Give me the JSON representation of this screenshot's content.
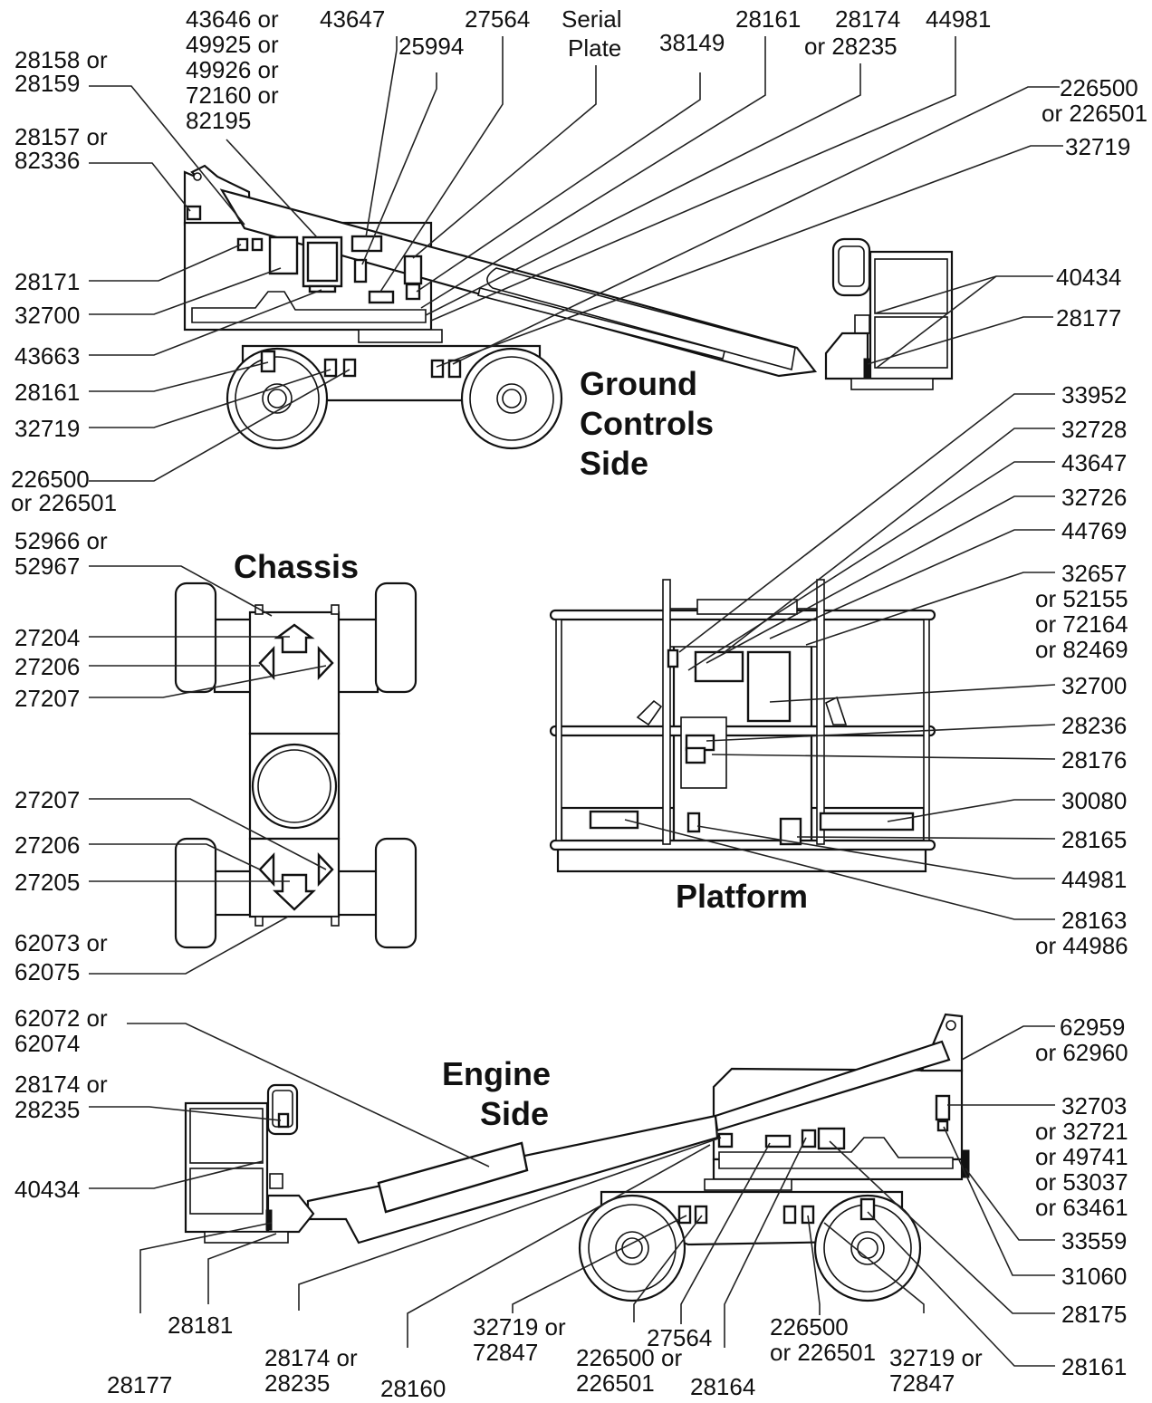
{
  "titles": {
    "ground_controls_side": [
      "Ground",
      "Controls",
      "Side"
    ],
    "chassis": "Chassis",
    "platform": "Platform",
    "engine_side": [
      "Engine",
      "Side"
    ]
  },
  "ground_side_labels": {
    "l_28158": [
      "28158 or",
      "28159"
    ],
    "l_28157": [
      "28157 or",
      "82336"
    ],
    "l_43646": [
      "43646 or",
      "49925 or",
      "49926 or",
      "72160 or",
      "82195"
    ],
    "l_43647": "43647",
    "l_25994": "25994",
    "l_27564": "27564",
    "l_serial": [
      "Serial",
      "Plate"
    ],
    "l_38149": "38149",
    "l_28161_top": "28161",
    "l_28174": [
      "28174",
      "or 28235"
    ],
    "l_44981": "44981",
    "l_226500_r": [
      "226500",
      "or 226501"
    ],
    "l_32719_r": "32719",
    "l_28171": "28171",
    "l_32700": "32700",
    "l_43663": "43663",
    "l_28161_l": "28161",
    "l_32719_l": "32719",
    "l_226500_l": [
      "226500",
      "or 226501"
    ],
    "l_40434": "40434",
    "l_28177": "28177"
  },
  "chassis_labels": {
    "l_52966": [
      "52966 or",
      "52967"
    ],
    "l_27204": "27204",
    "l_27206_a": "27206",
    "l_27207_a": "27207",
    "l_27207_b": "27207",
    "l_27206_b": "27206",
    "l_27205": "27205",
    "l_62073": [
      "62073 or",
      "62075"
    ]
  },
  "platform_labels": {
    "l_33952": "33952",
    "l_32728": "32728",
    "l_43647": "43647",
    "l_32726": "32726",
    "l_44769": "44769",
    "l_32657": [
      "32657",
      "or 52155",
      "or 72164",
      "or 82469"
    ],
    "l_32700": "32700",
    "l_28236": "28236",
    "l_28176": "28176",
    "l_30080": "30080",
    "l_28165": "28165",
    "l_44981": "44981",
    "l_28163": [
      "28163",
      "or 44986"
    ]
  },
  "engine_side_labels": {
    "l_62072": [
      "62072 or",
      "62074"
    ],
    "l_28174": [
      "28174 or",
      "28235"
    ],
    "l_40434": "40434",
    "l_62959": [
      "62959",
      "or 62960"
    ],
    "l_32703": [
      "32703",
      "or 32721",
      "or 49741",
      "or 53037",
      "or 63461"
    ],
    "l_33559": "33559",
    "l_31060": "31060",
    "l_28175": "28175",
    "l_28161": "28161",
    "l_28181": "28181",
    "l_28177": "28177",
    "l_28174_b": [
      "28174 or",
      "28235"
    ],
    "l_28160": "28160",
    "l_32719_a": [
      "32719 or",
      "72847"
    ],
    "l_27564": "27564",
    "l_226500_a": [
      "226500 or",
      "226501"
    ],
    "l_28164": "28164",
    "l_226500_b": [
      "226500",
      "or 226501"
    ],
    "l_32719_b": [
      "32719 or",
      "72847"
    ]
  }
}
